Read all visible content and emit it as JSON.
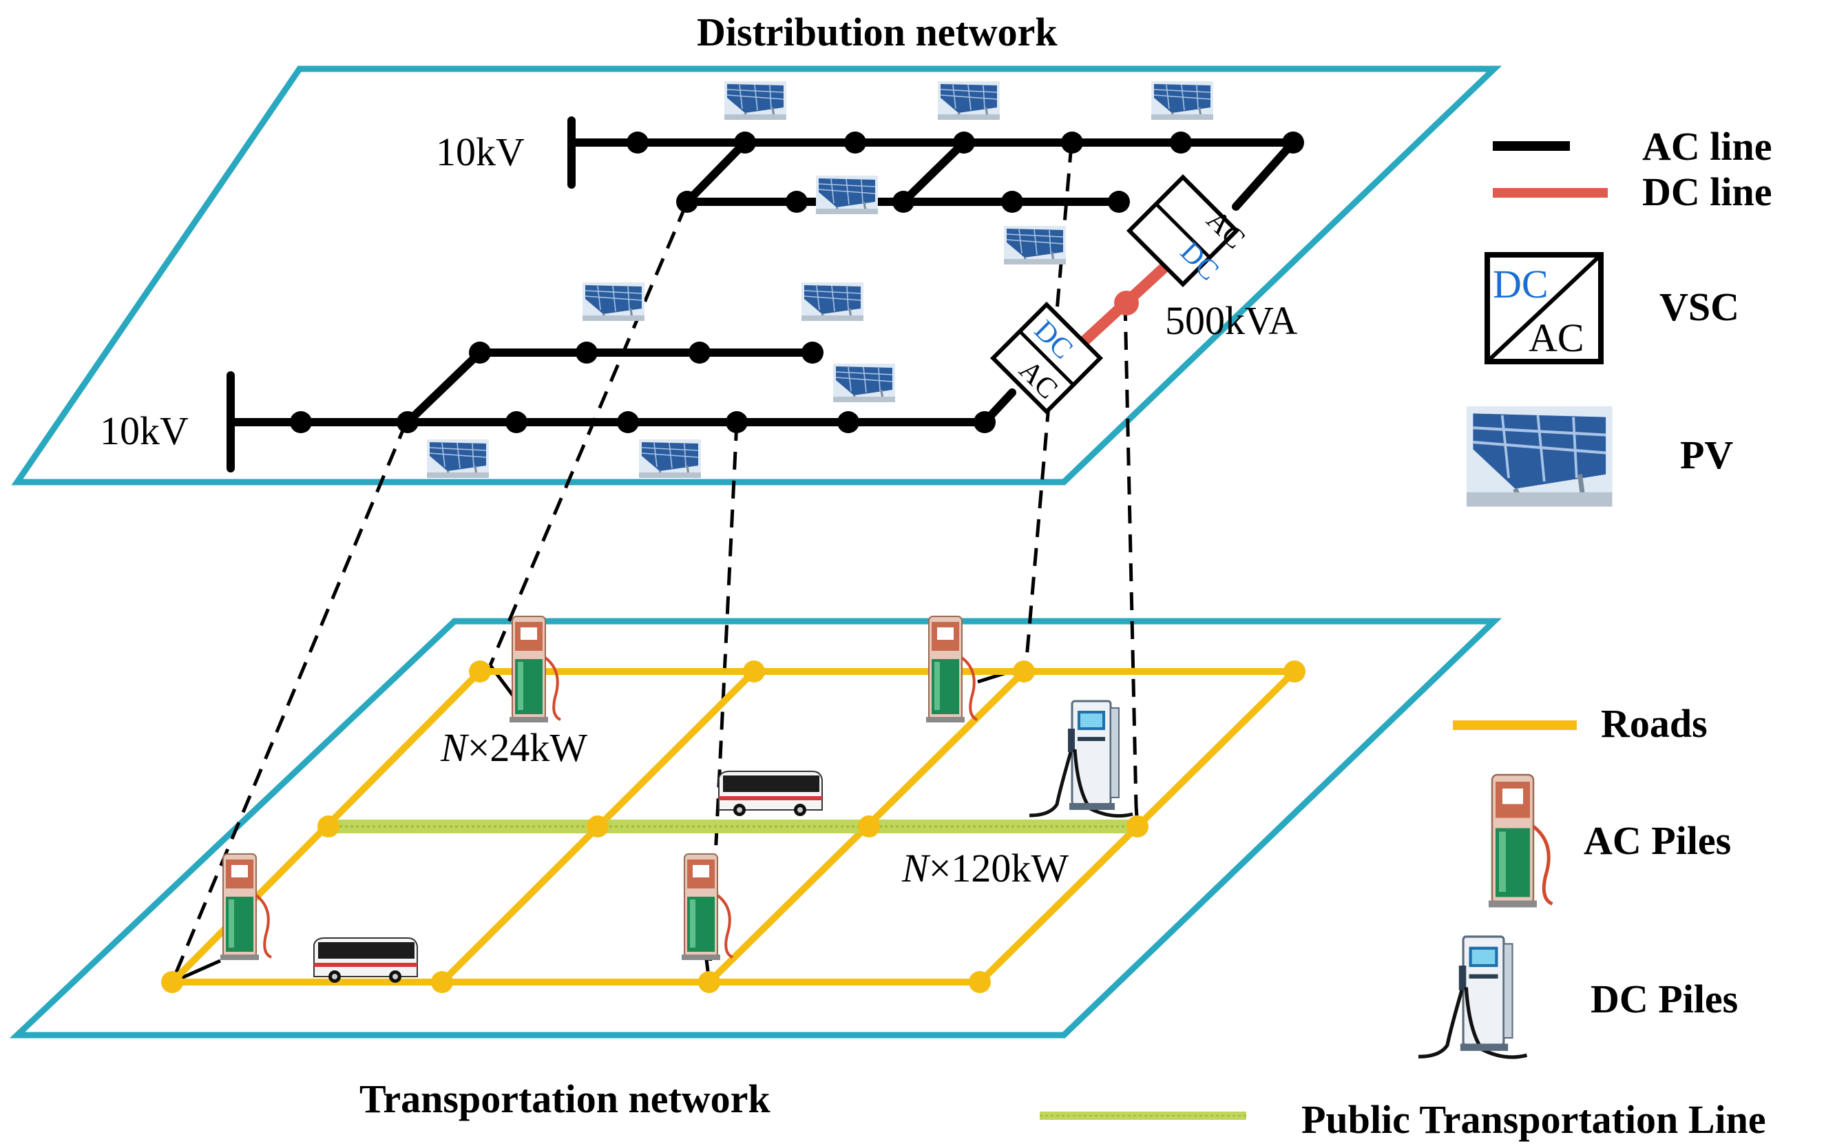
{
  "titles": {
    "distribution": "Distribution network",
    "transportation": "Transportation network"
  },
  "labels": {
    "bus_voltage_upper": "10kV",
    "bus_voltage_lower": "10kV",
    "vsc_rating": "500kVA",
    "ac_pile_rating_prefix": "N",
    "ac_pile_rating_suffix": "×24kW",
    "dc_pile_rating_prefix": "N",
    "dc_pile_rating_suffix": "×120kW",
    "vsc_upper_top": "AC",
    "vsc_upper_bottom": "DC",
    "vsc_lower_top": "DC",
    "vsc_lower_bottom": "AC"
  },
  "legend": {
    "ac_line": "AC line",
    "dc_line": "DC line",
    "vsc": "VSC",
    "vsc_icon_top": "DC",
    "vsc_icon_bottom": "AC",
    "pv": "PV",
    "roads": "Roads",
    "ac_piles": "AC Piles",
    "dc_piles": "DC Piles",
    "public_line": "Public Transportation Line"
  },
  "colors": {
    "plane_border": "#29a8c0",
    "ac_line": "#000000",
    "dc_line": "#e05a4e",
    "road": "#f5bd12",
    "public_line": "#bfd65a",
    "dc_text": "#1a6fd1",
    "pv_panel": "#2a5c9e",
    "ac_pile_body": "#1c8a55",
    "ac_pile_top": "#d9826a",
    "dc_pile_body": "#eef2f6"
  },
  "icons": [
    "solar-panel-icon",
    "ac-charging-pile-icon",
    "dc-charging-pile-icon",
    "bus-icon",
    "vsc-converter-icon"
  ]
}
